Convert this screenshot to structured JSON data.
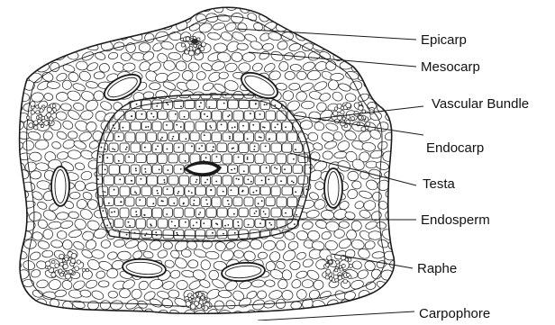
{
  "diagram": {
    "colors": {
      "stroke": "#1a1a1a",
      "background": "#ffffff",
      "tissue_fill": "#ffffff",
      "dark_fill": "#2a2a2a"
    },
    "labels": {
      "epicarp": "Epicarp",
      "mesocarp": "Mesocarp",
      "vascular_bundle": "Vascular Bundle",
      "endocarp": "Endocarp",
      "testa": "Testa",
      "endosperm": "Endosperm",
      "raphe": "Raphe",
      "carpophore": "Carpophore"
    }
  }
}
